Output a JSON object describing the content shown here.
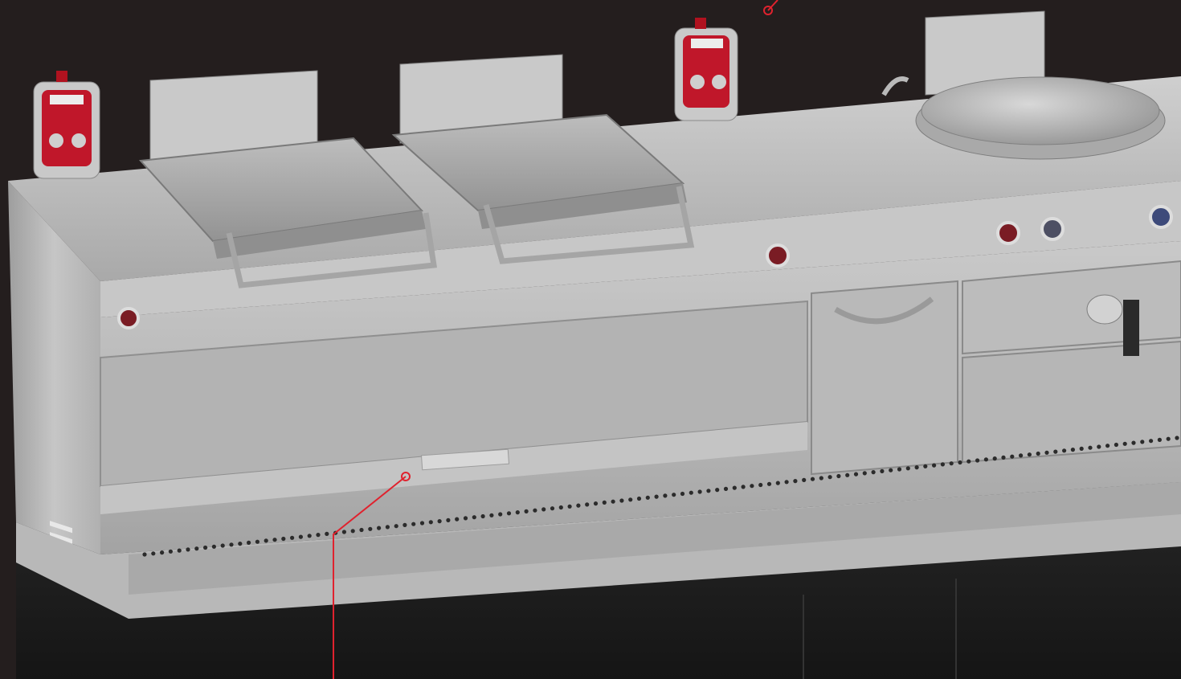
{
  "scene": {
    "subject": "modular-stainless-cooking-line",
    "colors": {
      "background": "#241e1e",
      "steel_light": "#d9d9d9",
      "steel_mid": "#b4b4b4",
      "steel_dark": "#8c8c8c",
      "controller_red": "#c0172a",
      "callout_red": "#e0222e",
      "base_dark": "#1e1e1e"
    },
    "callouts": [
      {
        "id": "callout-top"
      },
      {
        "id": "callout-drawer"
      }
    ]
  }
}
